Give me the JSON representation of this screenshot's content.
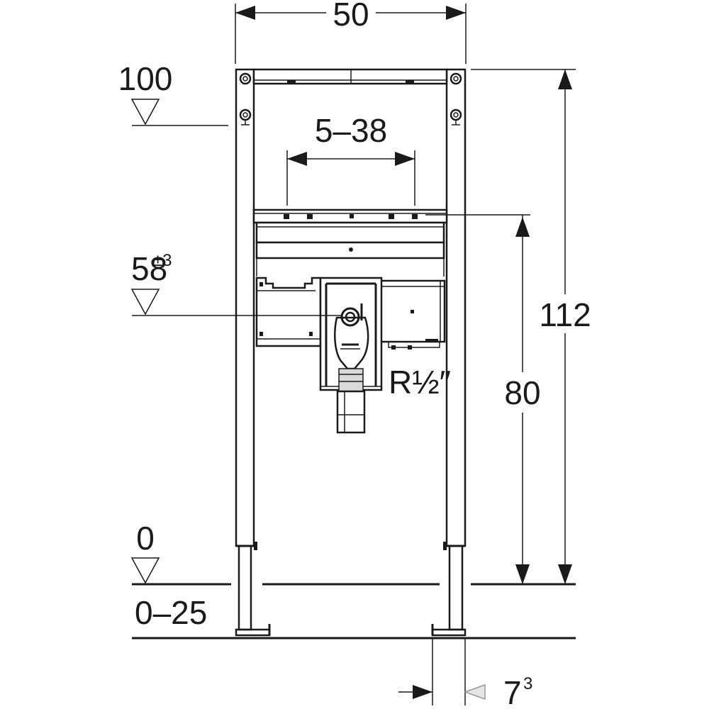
{
  "dimensions": {
    "frame_width": "50",
    "bracket_spacing": "5–38",
    "total_height": "112",
    "connection_height": "80",
    "connection_thread": "R½″",
    "foot_offset": "7",
    "foot_offset_sup": "3"
  },
  "levels": {
    "top": "100",
    "drain": "58",
    "drain_tolerance": "±3",
    "floor": "0",
    "floor_range": "0–25"
  }
}
